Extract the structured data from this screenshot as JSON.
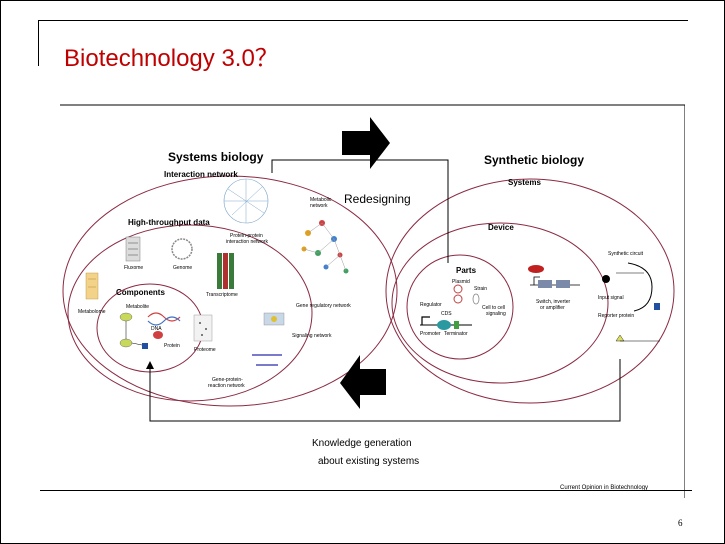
{
  "slide": {
    "title": "Biotechnology 3.0？",
    "page_number": "6"
  },
  "diagram": {
    "systems_biology": {
      "title": "Systems biology",
      "interaction_network": "Interaction network",
      "high_throughput": "High-throughput data",
      "components": "Components",
      "ppi_network": [
        "Protein-protein",
        "interaction network"
      ],
      "metabolic_network": [
        "Metabolic",
        "network"
      ],
      "gene_regulatory_network": "Gene regulatory network",
      "signaling_network": "Signaling network",
      "gene_protein_reaction": [
        "Gene-protein-",
        "reaction network"
      ],
      "omics": {
        "fluxome": "Fluxome",
        "genome": "Genome",
        "transcriptome": "Transcriptome",
        "proteome": "Proteome",
        "metabolome": "Metabolome"
      },
      "components_detail": {
        "metabolite": "Metabolite",
        "dna": "DNA",
        "protein": "Protein"
      }
    },
    "synthetic_biology": {
      "title": "Synthetic biology",
      "systems": "Systems",
      "device": "Device",
      "parts": "Parts",
      "plasmid": "Plasmid",
      "strain": "Strain",
      "regulator": "Regulator",
      "cds": "CDS",
      "promoter": "Promoter",
      "terminator": "Terminator",
      "cell_signaling": [
        "Cell to cell",
        "signaling"
      ],
      "switch": [
        "Switch, inverter",
        "or amplifier"
      ],
      "synthetic_circuit": "Synthetic circuit",
      "input_signal": "Input signal",
      "reporter_protein": "Reporter protein"
    },
    "redesigning": "Redesigning",
    "knowledge": [
      "Knowledge generation",
      "about existing systems"
    ],
    "source": "Current Opinion in Biotechnology"
  }
}
